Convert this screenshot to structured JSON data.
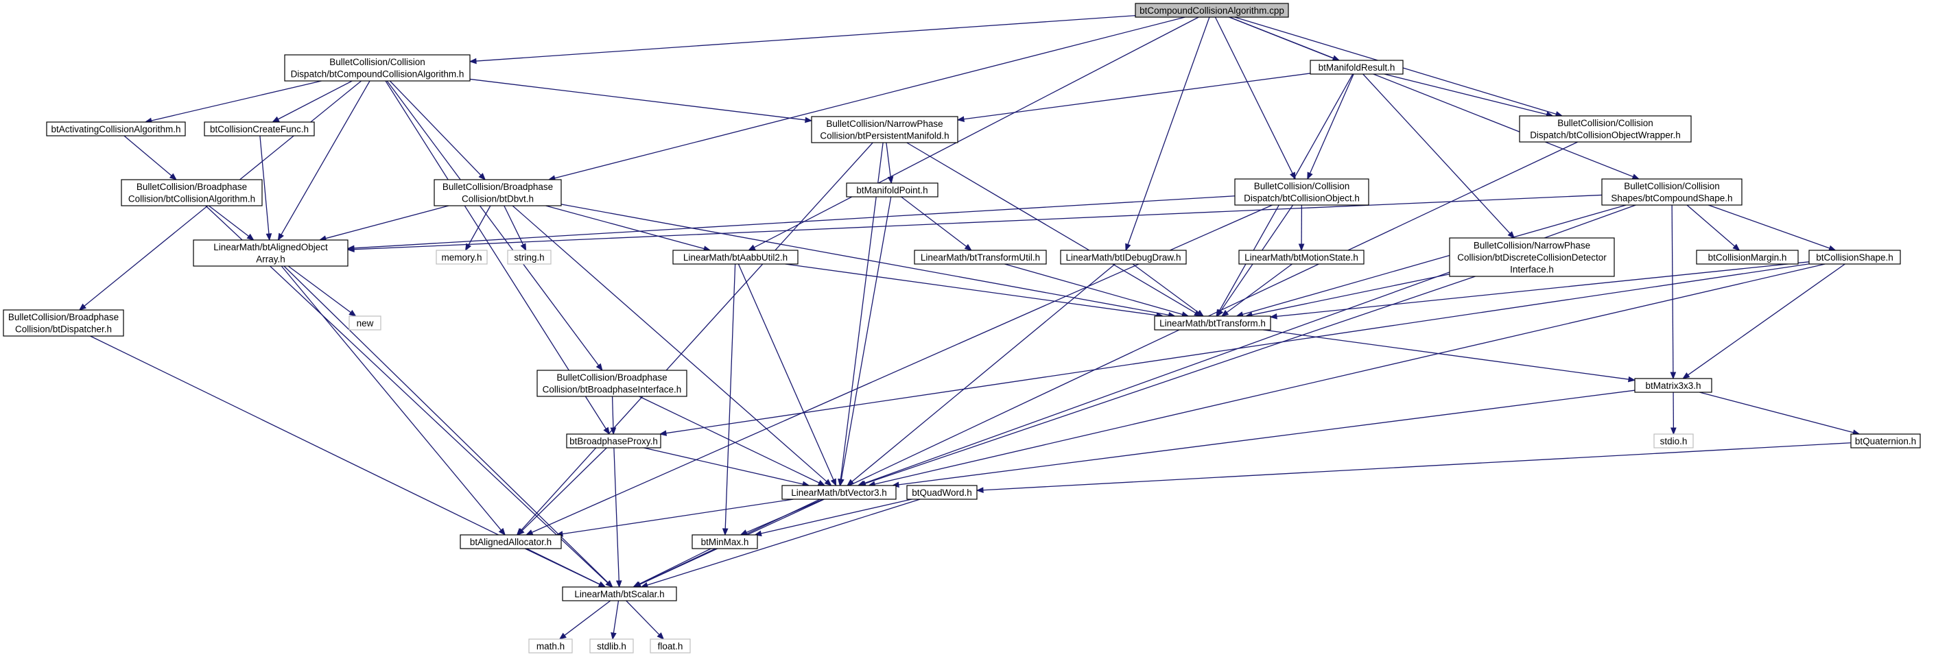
{
  "graph": {
    "edge_color": "#191970",
    "root_fill": "#bfbfbf",
    "system_header_border": "#bfbfbf",
    "nodes": [
      {
        "id": "root",
        "lines": [
          "btCompoundCollisionAlgorithm.cpp"
        ],
        "kind": "root"
      },
      {
        "id": "cca",
        "lines": [
          "BulletCollision/Collision",
          "Dispatch/btCompoundCollisionAlgorithm.h"
        ]
      },
      {
        "id": "mr",
        "lines": [
          "btManifoldResult.h"
        ]
      },
      {
        "id": "cow",
        "lines": [
          "BulletCollision/Collision",
          "Dispatch/btCollisionObjectWrapper.h"
        ]
      },
      {
        "id": "aca",
        "lines": [
          "btActivatingCollisionAlgorithm.h"
        ]
      },
      {
        "id": "ccf",
        "lines": [
          "btCollisionCreateFunc.h"
        ]
      },
      {
        "id": "pm",
        "lines": [
          "BulletCollision/NarrowPhase",
          "Collision/btPersistentManifold.h"
        ]
      },
      {
        "id": "bca",
        "lines": [
          "BulletCollision/Broadphase",
          "Collision/btCollisionAlgorithm.h"
        ]
      },
      {
        "id": "dbvt",
        "lines": [
          "BulletCollision/Broadphase",
          "Collision/btDbvt.h"
        ]
      },
      {
        "id": "mp",
        "lines": [
          "btManifoldPoint.h"
        ]
      },
      {
        "id": "co",
        "lines": [
          "BulletCollision/Collision",
          "Dispatch/btCollisionObject.h"
        ]
      },
      {
        "id": "cs",
        "lines": [
          "BulletCollision/Collision",
          "Shapes/btCompoundShape.h"
        ]
      },
      {
        "id": "aoa",
        "lines": [
          "LinearMath/btAlignedObject",
          "Array.h"
        ]
      },
      {
        "id": "mem",
        "lines": [
          "memory.h"
        ],
        "kind": "sys"
      },
      {
        "id": "str",
        "lines": [
          "string.h"
        ],
        "kind": "sys"
      },
      {
        "id": "aabb",
        "lines": [
          "LinearMath/btAabbUtil2.h"
        ]
      },
      {
        "id": "tu",
        "lines": [
          "LinearMath/btTransformUtil.h"
        ]
      },
      {
        "id": "dd",
        "lines": [
          "LinearMath/btIDebugDraw.h"
        ]
      },
      {
        "id": "ms",
        "lines": [
          "LinearMath/btMotionState.h"
        ]
      },
      {
        "id": "dcd",
        "lines": [
          "BulletCollision/NarrowPhase",
          "Collision/btDiscreteCollisionDetector",
          "Interface.h"
        ]
      },
      {
        "id": "cm",
        "lines": [
          "btCollisionMargin.h"
        ]
      },
      {
        "id": "csh",
        "lines": [
          "btCollisionShape.h"
        ]
      },
      {
        "id": "disp",
        "lines": [
          "BulletCollision/Broadphase",
          "Collision/btDispatcher.h"
        ]
      },
      {
        "id": "new",
        "lines": [
          "new"
        ],
        "kind": "sys"
      },
      {
        "id": "tr",
        "lines": [
          "LinearMath/btTransform.h"
        ]
      },
      {
        "id": "bpi",
        "lines": [
          "BulletCollision/Broadphase",
          "Collision/btBroadphaseInterface.h"
        ]
      },
      {
        "id": "m33",
        "lines": [
          "btMatrix3x3.h"
        ]
      },
      {
        "id": "bpp",
        "lines": [
          "btBroadphaseProxy.h"
        ]
      },
      {
        "id": "stdio",
        "lines": [
          "stdio.h"
        ],
        "kind": "sys"
      },
      {
        "id": "quat",
        "lines": [
          "btQuaternion.h"
        ]
      },
      {
        "id": "v3",
        "lines": [
          "LinearMath/btVector3.h"
        ]
      },
      {
        "id": "qw",
        "lines": [
          "btQuadWord.h"
        ]
      },
      {
        "id": "aal",
        "lines": [
          "btAlignedAllocator.h"
        ]
      },
      {
        "id": "mm",
        "lines": [
          "btMinMax.h"
        ]
      },
      {
        "id": "sc",
        "lines": [
          "LinearMath/btScalar.h"
        ]
      },
      {
        "id": "math",
        "lines": [
          "math.h"
        ],
        "kind": "sys"
      },
      {
        "id": "stdlib",
        "lines": [
          "stdlib.h"
        ],
        "kind": "sys"
      },
      {
        "id": "float",
        "lines": [
          "float.h"
        ],
        "kind": "sys"
      }
    ],
    "edges": [
      [
        "root",
        "cca"
      ],
      [
        "root",
        "mr"
      ],
      [
        "root",
        "cow"
      ],
      [
        "root",
        "co"
      ],
      [
        "root",
        "cs"
      ],
      [
        "root",
        "dbvt"
      ],
      [
        "root",
        "aabb"
      ],
      [
        "root",
        "dd"
      ],
      [
        "cca",
        "aca"
      ],
      [
        "cca",
        "ccf"
      ],
      [
        "cca",
        "pm"
      ],
      [
        "cca",
        "dbvt"
      ],
      [
        "cca",
        "aoa"
      ],
      [
        "cca",
        "disp"
      ],
      [
        "cca",
        "bpi"
      ],
      [
        "cca",
        "bpp"
      ],
      [
        "mr",
        "pm"
      ],
      [
        "mr",
        "co"
      ],
      [
        "mr",
        "cow"
      ],
      [
        "mr",
        "dcd"
      ],
      [
        "mr",
        "tr"
      ],
      [
        "cow",
        "sc"
      ],
      [
        "aca",
        "bca"
      ],
      [
        "ccf",
        "aoa"
      ],
      [
        "pm",
        "mp"
      ],
      [
        "pm",
        "v3"
      ],
      [
        "pm",
        "aal"
      ],
      [
        "pm",
        "tr"
      ],
      [
        "bca",
        "aoa"
      ],
      [
        "bca",
        "sc"
      ],
      [
        "dbvt",
        "aoa"
      ],
      [
        "dbvt",
        "mem"
      ],
      [
        "dbvt",
        "str"
      ],
      [
        "dbvt",
        "aabb"
      ],
      [
        "dbvt",
        "tr"
      ],
      [
        "dbvt",
        "v3"
      ],
      [
        "mp",
        "tu"
      ],
      [
        "mp",
        "v3"
      ],
      [
        "co",
        "aoa"
      ],
      [
        "co",
        "ms"
      ],
      [
        "co",
        "tr"
      ],
      [
        "co",
        "aal"
      ],
      [
        "cs",
        "aoa"
      ],
      [
        "cs",
        "cm"
      ],
      [
        "cs",
        "csh"
      ],
      [
        "cs",
        "tr"
      ],
      [
        "cs",
        "m33"
      ],
      [
        "cs",
        "v3"
      ],
      [
        "aoa",
        "new"
      ],
      [
        "aoa",
        "aal"
      ],
      [
        "aoa",
        "sc"
      ],
      [
        "aabb",
        "tr"
      ],
      [
        "aabb",
        "v3"
      ],
      [
        "aabb",
        "mm"
      ],
      [
        "tu",
        "tr"
      ],
      [
        "dd",
        "tr"
      ],
      [
        "dd",
        "v3"
      ],
      [
        "ms",
        "tr"
      ],
      [
        "dcd",
        "tr"
      ],
      [
        "dcd",
        "v3"
      ],
      [
        "csh",
        "tr"
      ],
      [
        "csh",
        "m33"
      ],
      [
        "csh",
        "v3"
      ],
      [
        "csh",
        "bpp"
      ],
      [
        "disp",
        "sc"
      ],
      [
        "tr",
        "m33"
      ],
      [
        "bpi",
        "bpp"
      ],
      [
        "bpi",
        "v3"
      ],
      [
        "m33",
        "v3"
      ],
      [
        "m33",
        "stdio"
      ],
      [
        "m33",
        "quat"
      ],
      [
        "bpp",
        "v3"
      ],
      [
        "bpp",
        "aal"
      ],
      [
        "bpp",
        "sc"
      ],
      [
        "quat",
        "qw"
      ],
      [
        "v3",
        "aal"
      ],
      [
        "v3",
        "mm"
      ],
      [
        "v3",
        "sc"
      ],
      [
        "qw",
        "sc"
      ],
      [
        "qw",
        "mm"
      ],
      [
        "aal",
        "sc"
      ],
      [
        "mm",
        "sc"
      ],
      [
        "sc",
        "math"
      ],
      [
        "sc",
        "stdlib"
      ],
      [
        "sc",
        "float"
      ]
    ]
  }
}
